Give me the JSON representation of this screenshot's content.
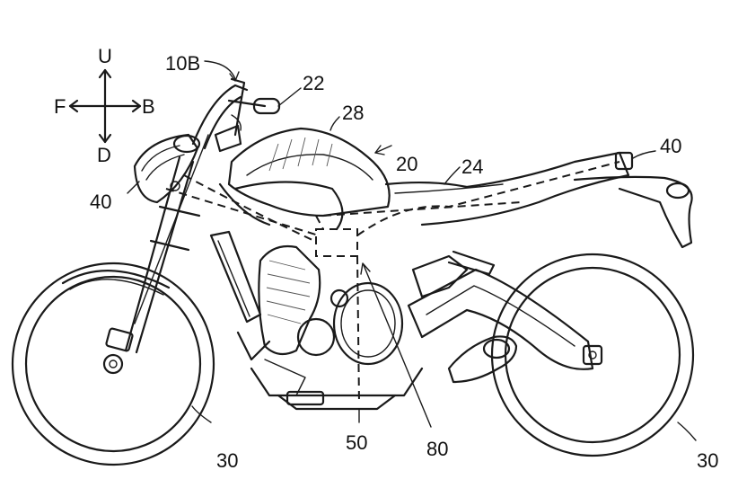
{
  "compass": {
    "up": "U",
    "down": "D",
    "front": "F",
    "back": "B"
  },
  "labels": {
    "handlebar_ref": "10B",
    "grip": "22",
    "tank": "28",
    "vehicle": "20",
    "seat": "24",
    "sensor_rear": "40",
    "sensor_front": "40",
    "wheel_front": "30",
    "wheel_rear": "30",
    "controller": "50",
    "engine": "80"
  },
  "colors": {
    "ink": "#1a1a1a",
    "background": "#ffffff"
  }
}
